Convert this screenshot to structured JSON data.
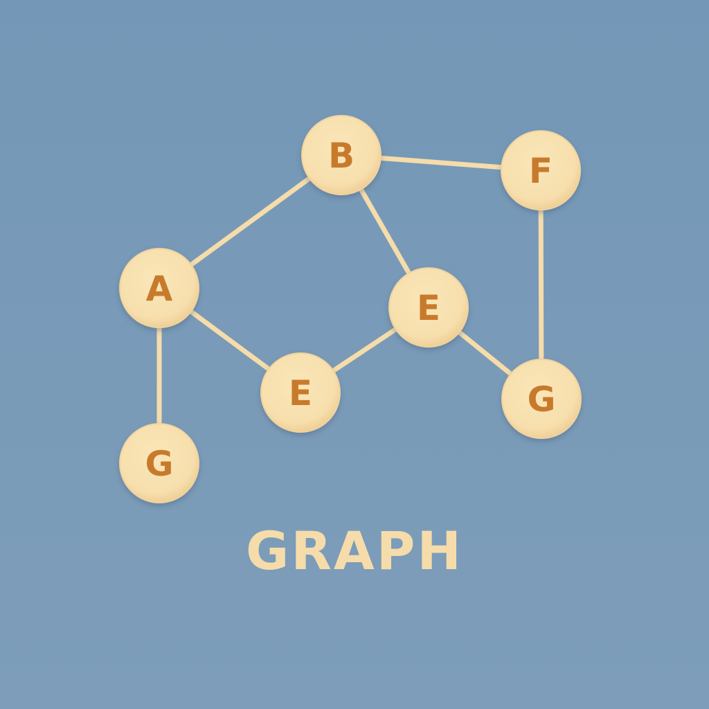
{
  "title": "GRAPH",
  "colors": {
    "background": "#7799b7",
    "node_fill": "#f7dfad",
    "node_edge_fill": "#f1d39d",
    "node_label": "#c87a2c",
    "edge": "#f5dcaa",
    "title": "#f5dcaa"
  },
  "nodes": [
    {
      "id": "B",
      "label": "B"
    },
    {
      "id": "F",
      "label": "F"
    },
    {
      "id": "A",
      "label": "A"
    },
    {
      "id": "E1",
      "label": "E"
    },
    {
      "id": "E2",
      "label": "E"
    },
    {
      "id": "G1",
      "label": "G"
    },
    {
      "id": "G2",
      "label": "G"
    }
  ],
  "edges": [
    {
      "from": "B",
      "to": "F"
    },
    {
      "from": "A",
      "to": "B"
    },
    {
      "from": "B",
      "to": "E1"
    },
    {
      "from": "A",
      "to": "E2"
    },
    {
      "from": "E2",
      "to": "E1"
    },
    {
      "from": "E1",
      "to": "G2"
    },
    {
      "from": "F",
      "to": "G2"
    },
    {
      "from": "A",
      "to": "G1"
    }
  ]
}
